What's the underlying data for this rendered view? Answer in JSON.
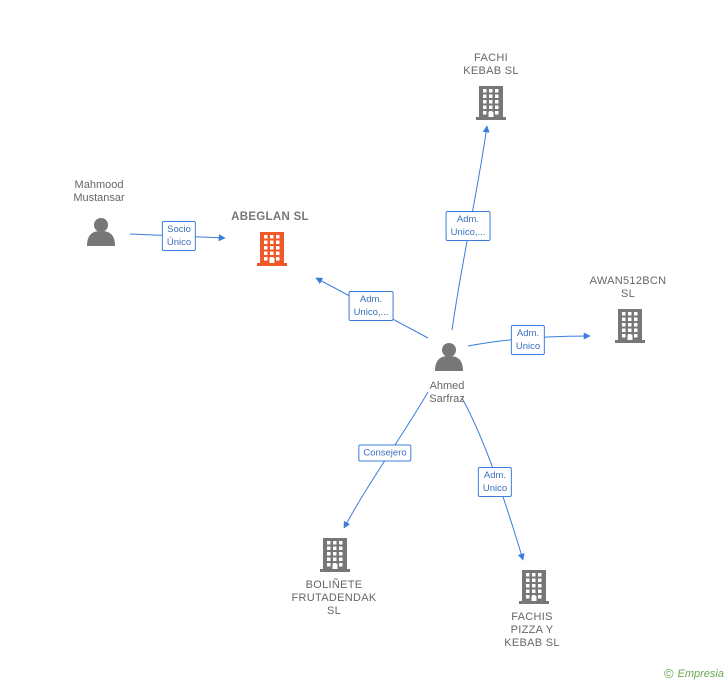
{
  "colors": {
    "edge": "#3b7ddd",
    "node_icon": "#777777",
    "focus_icon": "#f05a28"
  },
  "nodes": [
    {
      "id": "fachi",
      "type": "company",
      "label": "FACHI\nKEBAB  SL",
      "icon": "building-icon"
    },
    {
      "id": "mahmood",
      "type": "person",
      "label": "Mahmood\nMustansar",
      "icon": "person-icon"
    },
    {
      "id": "abeglan",
      "type": "company",
      "label": "ABEGLAN  SL",
      "icon": "building-icon",
      "focus": true
    },
    {
      "id": "awan",
      "type": "company",
      "label": "AWAN512BCN\nSL",
      "icon": "building-icon"
    },
    {
      "id": "ahmed",
      "type": "person",
      "label": "Ahmed\nSarfraz",
      "icon": "person-icon"
    },
    {
      "id": "bolinete",
      "type": "company",
      "label": "BOLIÑETE\nFRUTADENDAK\nSL",
      "icon": "building-icon"
    },
    {
      "id": "fachis",
      "type": "company",
      "label": "FACHIS\nPIZZA Y\nKEBAB  SL",
      "icon": "building-icon"
    }
  ],
  "edges": [
    {
      "from": "mahmood",
      "to": "abeglan",
      "label": "Socio\nÚnico"
    },
    {
      "from": "ahmed",
      "to": "abeglan",
      "label": "Adm.\nUnico,..."
    },
    {
      "from": "ahmed",
      "to": "fachi",
      "label": "Adm.\nUnico,..."
    },
    {
      "from": "ahmed",
      "to": "awan",
      "label": "Adm.\nUnico"
    },
    {
      "from": "ahmed",
      "to": "bolinete",
      "label": "Consejero"
    },
    {
      "from": "ahmed",
      "to": "fachis",
      "label": "Adm.\nUnico"
    }
  ],
  "brand": {
    "symbol": "©",
    "name": "Empresia"
  }
}
